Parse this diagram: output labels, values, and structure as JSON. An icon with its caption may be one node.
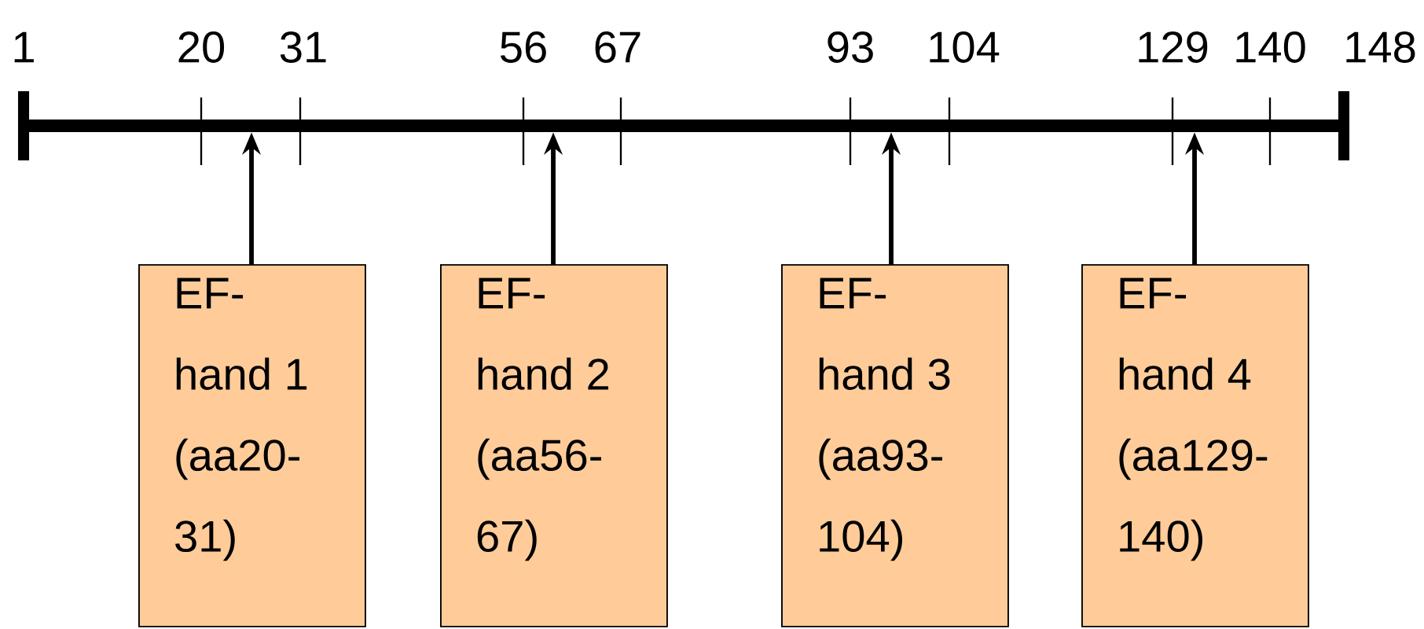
{
  "diagram": {
    "nodes": [
      {
        "text": [],
        "shape": "bar"
      },
      {
        "text": [
          "EF-hand 1 (aa20-31)"
        ]
      },
      {
        "text": [
          "EF-hand 2 (aa56-67)"
        ]
      },
      {
        "text": [
          "EF-hand 3 (aa93-104)"
        ]
      },
      {
        "text": [
          "EF-hand 4 (aa129-140)"
        ]
      }
    ],
    "edges": [
      {
        "from": 1,
        "to": 0,
        "arrow": "to"
      },
      {
        "from": 2,
        "to": 0,
        "arrow": "to"
      },
      {
        "from": 3,
        "to": 0,
        "arrow": "to"
      },
      {
        "from": 4,
        "to": 0,
        "arrow": "to"
      }
    ],
    "labels": [
      "1",
      "20",
      "31",
      "56",
      "67",
      "93",
      "104",
      "129",
      "140",
      "148"
    ]
  }
}
